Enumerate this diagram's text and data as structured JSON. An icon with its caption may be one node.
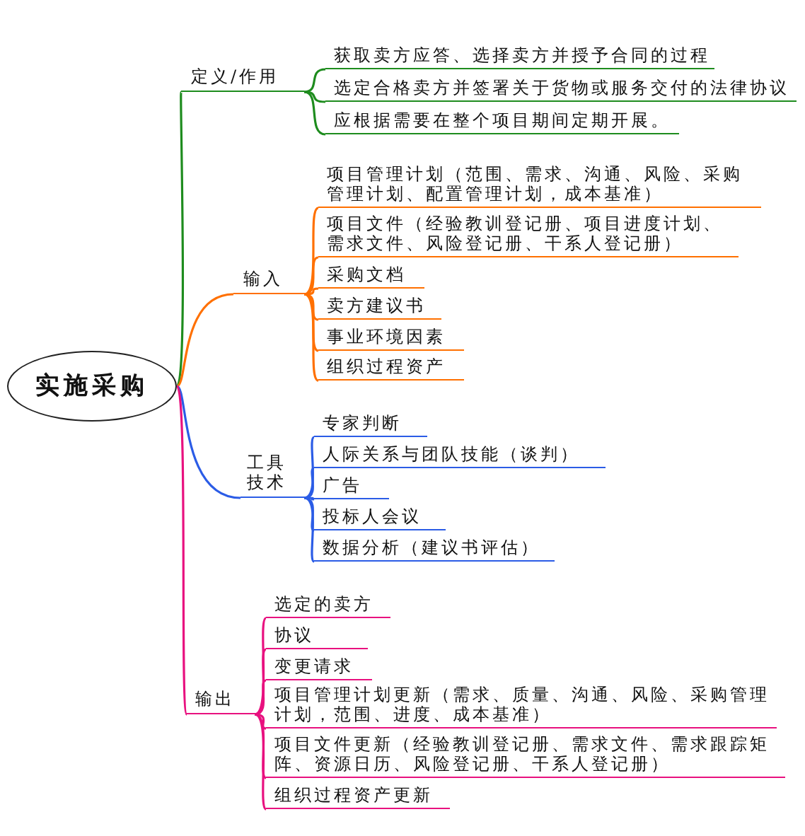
{
  "diagram": {
    "nodes": [
      {
        "text": [
          "实施采购"
        ]
      },
      {
        "text": [
          "定义/作用"
        ]
      },
      {
        "text": [
          "获取卖方应答、选择卖方并授予合同的过程"
        ]
      },
      {
        "text": [
          "选定合格卖方并签署关于货物或服务交付的法律协议"
        ]
      },
      {
        "text": [
          "应根据需要在整个项目期间定期开展。"
        ]
      },
      {
        "text": [
          "输入"
        ]
      },
      {
        "text": [
          "项目管理计划（范围、需求、沟通、风险、采购管理计划、配置管理计划，成本基准）"
        ]
      },
      {
        "text": [
          "项目文件（经验教训登记册、项目进度计划、需求文件、风险登记册、干系人登记册）"
        ]
      },
      {
        "text": [
          "采购文档"
        ]
      },
      {
        "text": [
          "卖方建议书"
        ]
      },
      {
        "text": [
          "事业环境因素"
        ]
      },
      {
        "text": [
          "组织过程资产"
        ]
      },
      {
        "text": [
          "工具技术"
        ]
      },
      {
        "text": [
          "专家判断"
        ]
      },
      {
        "text": [
          "人际关系与团队技能（谈判）"
        ]
      },
      {
        "text": [
          "广告"
        ]
      },
      {
        "text": [
          "投标人会议"
        ]
      },
      {
        "text": [
          "数据分析（建议书评估）"
        ]
      },
      {
        "text": [
          "输出"
        ]
      },
      {
        "text": [
          "选定的卖方"
        ]
      },
      {
        "text": [
          "协议"
        ]
      },
      {
        "text": [
          "变更请求"
        ]
      },
      {
        "text": [
          "项目管理计划更新（需求、质量、沟通、风险、采购管理计划，范围、进度、成本基准）"
        ]
      },
      {
        "text": [
          "项目文件更新（经验教训登记册、需求文件、需求跟踪矩阵、资源日历、风险登记册、干系人登记册）"
        ]
      },
      {
        "text": [
          "组织过程资产更新"
        ]
      }
    ],
    "edges": [
      {
        "from": 0,
        "to": 1,
        "arrow": "none",
        "color": "#1e8c1e"
      },
      {
        "from": 0,
        "to": 5,
        "arrow": "none",
        "color": "#ff7000"
      },
      {
        "from": 0,
        "to": 12,
        "arrow": "none",
        "color": "#2b5ce6"
      },
      {
        "from": 0,
        "to": 18,
        "arrow": "none",
        "color": "#e8117f"
      },
      {
        "from": 1,
        "to": 2,
        "arrow": "none",
        "color": "#1e8c1e"
      },
      {
        "from": 1,
        "to": 3,
        "arrow": "none",
        "color": "#1e8c1e"
      },
      {
        "from": 1,
        "to": 4,
        "arrow": "none",
        "color": "#1e8c1e"
      },
      {
        "from": 5,
        "to": 6,
        "arrow": "none",
        "color": "#ff7000"
      },
      {
        "from": 5,
        "to": 7,
        "arrow": "none",
        "color": "#ff7000"
      },
      {
        "from": 5,
        "to": 8,
        "arrow": "none",
        "color": "#ff7000"
      },
      {
        "from": 5,
        "to": 9,
        "arrow": "none",
        "color": "#ff7000"
      },
      {
        "from": 5,
        "to": 10,
        "arrow": "none",
        "color": "#ff7000"
      },
      {
        "from": 5,
        "to": 11,
        "arrow": "none",
        "color": "#ff7000"
      },
      {
        "from": 12,
        "to": 13,
        "arrow": "none",
        "color": "#2b5ce6"
      },
      {
        "from": 12,
        "to": 14,
        "arrow": "none",
        "color": "#2b5ce6"
      },
      {
        "from": 12,
        "to": 15,
        "arrow": "none",
        "color": "#2b5ce6"
      },
      {
        "from": 12,
        "to": 16,
        "arrow": "none",
        "color": "#2b5ce6"
      },
      {
        "from": 12,
        "to": 17,
        "arrow": "none",
        "color": "#2b5ce6"
      },
      {
        "from": 18,
        "to": 19,
        "arrow": "none",
        "color": "#e8117f"
      },
      {
        "from": 18,
        "to": 20,
        "arrow": "none",
        "color": "#e8117f"
      },
      {
        "from": 18,
        "to": 21,
        "arrow": "none",
        "color": "#e8117f"
      },
      {
        "from": 18,
        "to": 22,
        "arrow": "none",
        "color": "#e8117f"
      },
      {
        "from": 18,
        "to": 23,
        "arrow": "none",
        "color": "#e8117f"
      },
      {
        "from": 18,
        "to": 24,
        "arrow": "none",
        "color": "#e8117f"
      }
    ]
  }
}
